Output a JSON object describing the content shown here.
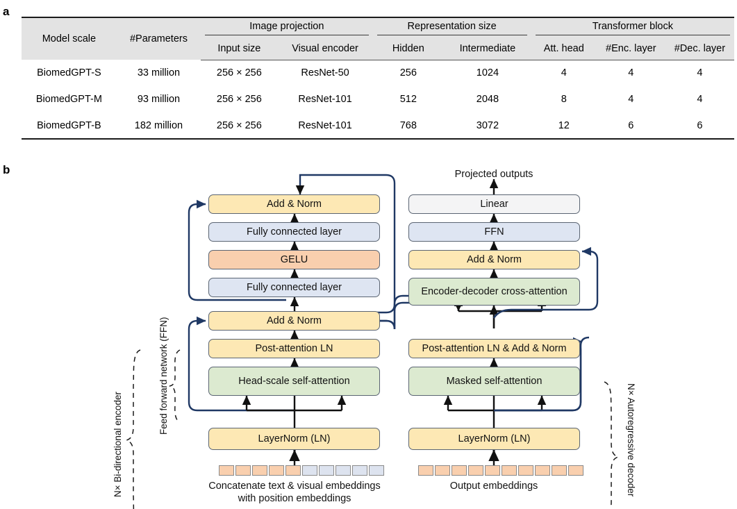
{
  "panels": {
    "a_letter": "a",
    "b_letter": "b"
  },
  "table": {
    "groups": [
      {
        "label": "Model scale",
        "span": 1,
        "ruled": false
      },
      {
        "label": "#Parameters",
        "span": 1,
        "ruled": false
      },
      {
        "label": "Image projection",
        "span": 2,
        "ruled": true
      },
      {
        "label": "Representation size",
        "span": 2,
        "ruled": true
      },
      {
        "label": "Transformer block",
        "span": 3,
        "ruled": true
      }
    ],
    "subheaders": [
      "Input size",
      "Visual encoder",
      "Hidden",
      "Intermediate",
      "Att. head",
      "#Enc. layer",
      "#Dec. layer"
    ],
    "rows": [
      {
        "model": "BiomedGPT-S",
        "parameters": "33 million",
        "input_size": "256 × 256",
        "visual_encoder": "ResNet-50",
        "hidden": "256",
        "intermediate": "1024",
        "att_head": "4",
        "enc_layer": "4",
        "dec_layer": "4"
      },
      {
        "model": "BiomedGPT-M",
        "parameters": "93 million",
        "input_size": "256 × 256",
        "visual_encoder": "ResNet-101",
        "hidden": "512",
        "intermediate": "2048",
        "att_head": "8",
        "enc_layer": "4",
        "dec_layer": "4"
      },
      {
        "model": "BiomedGPT-B",
        "parameters": "182 million",
        "input_size": "256 × 256",
        "visual_encoder": "ResNet-101",
        "hidden": "768",
        "intermediate": "3072",
        "att_head": "12",
        "enc_layer": "6",
        "dec_layer": "6"
      }
    ]
  },
  "diagram": {
    "encoder": {
      "blocks": {
        "add_norm_ffn": "Add & Norm",
        "fc_upper": "Fully connected layer",
        "gelu": "GELU",
        "fc_lower": "Fully connected layer",
        "add_norm_attn": "Add & Norm",
        "post_attn_ln": "Post-attention LN",
        "self_attention": "Head-scale self-attention",
        "layernorm": "LayerNorm (LN)"
      },
      "caption_line1": "Concatenate text & visual embeddings",
      "caption_line2": "with position embeddings",
      "bracket_label": "N× Bi-directional encoder",
      "ffn_label": "Feed forward network (FFN)",
      "token_counts": {
        "text": 5,
        "visual": 5
      }
    },
    "decoder": {
      "output_label": "Projected outputs",
      "blocks": {
        "linear": "Linear",
        "ffn": "FFN",
        "add_norm": "Add & Norm",
        "cross_attention": "Encoder-decoder cross-attention",
        "post_attn_ln_add_norm": "Post-attention LN & Add & Norm",
        "masked_self_attention": "Masked self-attention",
        "layernorm": "LayerNorm (LN)"
      },
      "caption": "Output embeddings",
      "bracket_label": "N× Autoregressive decoder",
      "token_counts": {
        "output": 10
      }
    }
  },
  "colors": {
    "yellow": "#fde8b4",
    "blue": "#dee5f2",
    "orange": "#f9cfae",
    "green": "#dcead0",
    "white": "#f4f4f5",
    "border": "#5a6472",
    "wire": "#1f3864",
    "arrow_black": "#111111",
    "table_header_bg": "#e3e3e3",
    "token_text": "#f9cfae",
    "token_visual": "#dde3ef"
  }
}
